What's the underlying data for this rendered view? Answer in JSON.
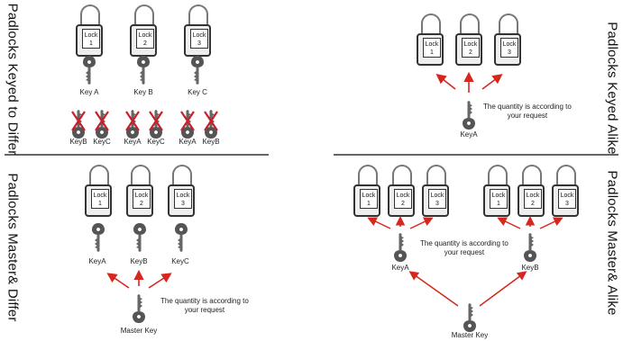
{
  "sections": {
    "keyed_to_differ": {
      "title": "Padlocks Keyed to Differ",
      "locks": [
        {
          "word": "Lock",
          "num": "1"
        },
        {
          "word": "Lock",
          "num": "2"
        },
        {
          "word": "Lock",
          "num": "3"
        }
      ],
      "keys": [
        "Key A",
        "Key B",
        "Key C"
      ],
      "crossed_keys": [
        "KeyB",
        "KeyC",
        "KeyA",
        "KeyC",
        "KeyA",
        "KeyB"
      ]
    },
    "keyed_alike": {
      "title": "Padlocks Keyed Alike",
      "locks": [
        {
          "word": "Lock",
          "num": "1"
        },
        {
          "word": "Lock",
          "num": "2"
        },
        {
          "word": "Lock",
          "num": "3"
        }
      ],
      "key": "KeyA",
      "note_line1": "The quantity is according to",
      "note_line2": "your request"
    },
    "master_differ": {
      "title": "Padlocks Master& Differ",
      "locks": [
        {
          "word": "Lock",
          "num": "1"
        },
        {
          "word": "Lock",
          "num": "2"
        },
        {
          "word": "Lock",
          "num": "3"
        }
      ],
      "keys": [
        "KeyA",
        "KeyB",
        "KeyC"
      ],
      "master_key": "Master Key",
      "note_line1": "The quantity is according to",
      "note_line2": "your request"
    },
    "master_alike": {
      "title": "Padlocks Master& Alike",
      "locks": [
        {
          "word": "Lock",
          "num": "1"
        },
        {
          "word": "Lock",
          "num": "2"
        },
        {
          "word": "Lock",
          "num": "3"
        },
        {
          "word": "Lock",
          "num": "1"
        },
        {
          "word": "Lock",
          "num": "2"
        },
        {
          "word": "Lock",
          "num": "3"
        }
      ],
      "keys": [
        "KeyA",
        "KeyB"
      ],
      "master_key": "Master Key",
      "note_line1": "The quantity is according to",
      "note_line2": "your request"
    }
  },
  "colors": {
    "arrow": "#d7261e",
    "cross": "#c8202a",
    "divider": "#666666"
  },
  "icons": [
    "padlock-icon",
    "key-icon",
    "red-arrow",
    "cross-mark"
  ]
}
